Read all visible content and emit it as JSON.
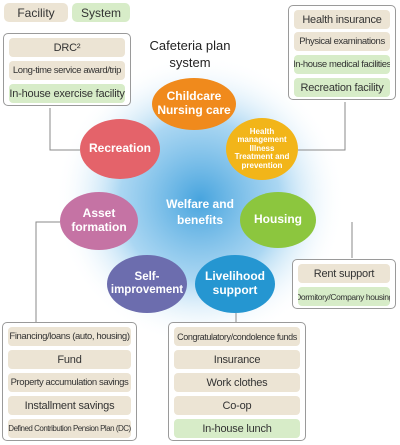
{
  "legend": {
    "facility": "Facility",
    "system": "System"
  },
  "title": "Cafeteria plan\nsystem",
  "center_label": "Welfare and\nbenefits",
  "categories": {
    "childcare": "Childcare\nNursing care",
    "health": "Health\nmanagement\nIllness\nTreatment and\nprevention",
    "housing": "Housing",
    "livelihood": "Livelihood\nsupport",
    "self_improvement": "Self-\nimprovement",
    "asset": "Asset\nformation",
    "recreation": "Recreation"
  },
  "recreation_items": [
    "DRC²",
    "Long-time service award/trip",
    "In-house exercise facility"
  ],
  "health_items": [
    "Health insurance",
    "Physical examinations",
    "In-house medical facilities",
    "Recreation facility"
  ],
  "housing_items": [
    "Rent support",
    "Dormitory/Company housing"
  ],
  "asset_items": [
    "Financing/loans (auto, housing)",
    "Fund",
    "Property accumulation savings",
    "Installment savings",
    "Defined Contribution Pension Plan (DC)"
  ],
  "livelihood_items": [
    "Congratulatory/condolence funds",
    "Insurance",
    "Work clothes",
    "Co-op",
    "In-house lunch"
  ],
  "colors": {
    "facility": "#ece4d4",
    "system": "#d7ecc8",
    "childcare": "#f08a1c",
    "health": "#f2b519",
    "housing": "#8cc63e",
    "livelihood": "#2596d1",
    "self_improvement": "#6c6dae",
    "asset": "#c573a4",
    "recreation": "#e4636a"
  }
}
